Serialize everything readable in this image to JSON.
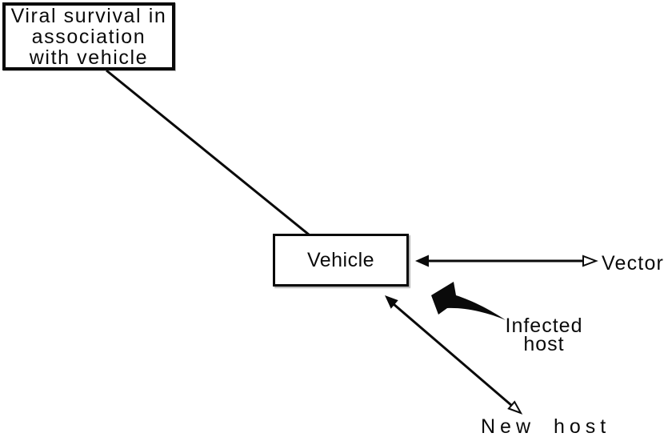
{
  "figure": {
    "background_color": "#ffffff",
    "ink_color": "#0a0a0a",
    "nodes": {
      "viral_survival_box": {
        "label": "Viral survival in\nassociation\nwith vehicle"
      },
      "vehicle_box": {
        "label": "Vehicle"
      }
    },
    "labels": {
      "vector": "Vector",
      "infected_host": "Infected\nhost",
      "new_host": "New host"
    },
    "connectors": [
      {
        "name": "survival-vehicle-line",
        "from": "viral_survival_box",
        "to": "vehicle_box",
        "style": "plain diagonal line"
      },
      {
        "name": "vehicle-vector-arrow",
        "from": "vehicle_box",
        "to": "vector",
        "style": "horizontal double-headed arrow, solid head at vehicle, open head at vector"
      },
      {
        "name": "infected-host-arrow",
        "from": "infected_host",
        "to": "vehicle_box",
        "style": "thick solid tapered arrow pointing up-left"
      },
      {
        "name": "vehicle-new-host-arrow",
        "from": "vehicle_box",
        "to": "new_host",
        "style": "diagonal double-headed arrow, solid head at vehicle, open head at new host"
      }
    ]
  }
}
